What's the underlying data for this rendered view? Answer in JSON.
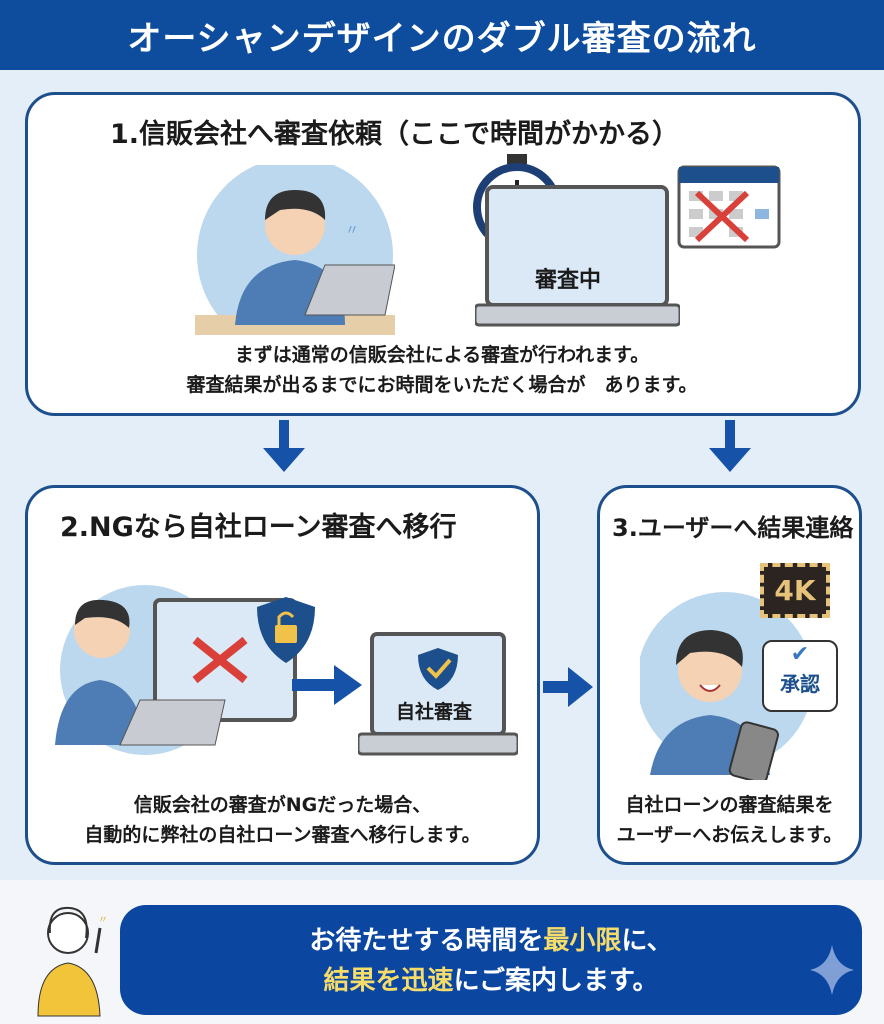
{
  "header": {
    "title": "オーシャンデザインのダブル審査の流れ"
  },
  "step1": {
    "title": "1.信販会社へ審査依頼（ここで時間がかかる）",
    "screen_label": "審査中",
    "desc_line1": "まずは通常の信販会社による審査が行われます。",
    "desc_line2": "審査結果が出るまでにお時間をいただく場合が　あります。"
  },
  "step2": {
    "title": "2.NGなら自社ローン審査へ移行",
    "screen_label": "自社審査",
    "desc_line1": "信販会社の審査がNGだった場合、",
    "desc_line2": "自動的に弊社の自社ローン審査へ移行します。"
  },
  "step3": {
    "title": "3.ユーザーへ結果連絡",
    "badge": "4K",
    "bubble": "承認",
    "desc_line1": "自社ローンの審査結果を",
    "desc_line2": "ユーザーへお伝えします。"
  },
  "footer": {
    "line1_a": "お待たせする時間を",
    "line1_b": "最小限",
    "line1_c": "に、",
    "line2_a": "結果を迅速",
    "line2_b": "にご案内します。"
  },
  "colors": {
    "primary": "#0e4d9e",
    "border": "#1d4f8c",
    "highlight": "#f6dc6a",
    "background": "#e4eef8"
  }
}
